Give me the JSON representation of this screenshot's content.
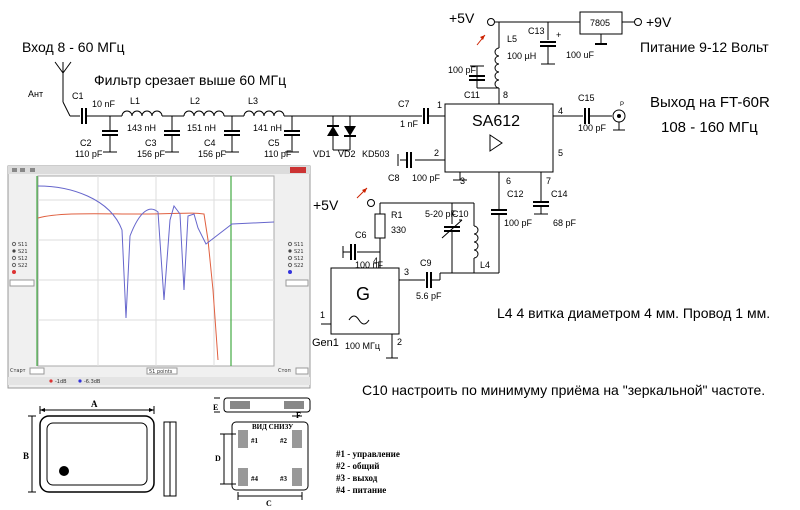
{
  "header": {
    "input_range": "Вход 8 - 60 МГц",
    "filter_note": "Фильтр срезает выше 60 МГц",
    "power_note": "Питание 9-12 Вольт",
    "output_line1": "Выход на FT-60R",
    "output_line2": "108 - 160 МГц",
    "coil_note": "L4 4 витка диаметром 4 мм. Провод 1 мм.",
    "tune_note": "С10 настроить по минимуму приёма на \"зеркальной\" частоте."
  },
  "schematic": {
    "antenna": "Ант",
    "supply_plus5_top": "+5V",
    "supply_plus9": "+9V",
    "supply_plus5_mid": "+5V",
    "regulator": "7805",
    "mixer": "SA612",
    "gen_symbol": "G",
    "gen_name": "Gen1",
    "gen_freq": "100 МГц",
    "diode1": "VD1",
    "diode2": "VD2",
    "diode_type": "KD503",
    "connector_p": "P",
    "components": {
      "c1": "C1",
      "c1v": "10 nF",
      "l1": "L1",
      "l1v": "143 nH",
      "l2": "L2",
      "l2v": "151 nH",
      "l3": "L3",
      "l3v": "141 nH",
      "c2": "C2",
      "c2v": "110 pF",
      "c3": "C3",
      "c3v": "156 pF",
      "c4": "C4",
      "c4v": "156 pF",
      "c5": "C5",
      "c5v": "110 pF",
      "c7": "C7",
      "c7v": "1 nF",
      "c8": "C8",
      "c8v": "100 pF",
      "c11": "C11",
      "c11v": "100 pF",
      "l5": "L5",
      "l5v": "100 µH",
      "c13": "C13",
      "c13v": "100 uF",
      "c15": "C15",
      "c15v": "100 pF",
      "c12": "C12",
      "c12v": "100 pF",
      "c14": "C14",
      "c14v": "68 pF",
      "r1": "R1",
      "r1v": "330",
      "c6": "C6",
      "c6v": "100 nF",
      "c9": "C9",
      "c9v": "5.6 pF",
      "c10": "C10",
      "c10v": "5-20 pF",
      "l4": "L4"
    },
    "pins": {
      "p1": "1",
      "p2": "2",
      "p3": "3",
      "p4": "4",
      "p5": "5",
      "p6": "6",
      "p7": "7",
      "p8": "8",
      "g1": "1",
      "g2": "2",
      "g3": "3",
      "g4": "4"
    }
  },
  "package": {
    "dim_a": "A",
    "dim_b": "B",
    "dim_c": "C",
    "dim_d": "D",
    "dim_e": "E",
    "dim_f": "F",
    "bottom_view": "ВИД СНИЗУ",
    "pad1": "#1",
    "pad2": "#2",
    "pad3": "#3",
    "pad4": "#4",
    "legend": [
      "#1 - управление",
      "#2 - общий",
      "#3 - выход",
      "#4 - питание"
    ]
  },
  "analyzer": {
    "radio_left": [
      "S11",
      "S21",
      "S12",
      "S22"
    ],
    "radio_right": [
      "S11",
      "S21",
      "S12",
      "S22"
    ],
    "start_label": "Старт",
    "stop_label": "Стоп",
    "points_label": "51 points",
    "readout1": "-1dB",
    "readout2": "-6.3dB",
    "colors": {
      "s11": "#6666cc",
      "s21": "#e06040",
      "marker": "#44aa44"
    }
  }
}
